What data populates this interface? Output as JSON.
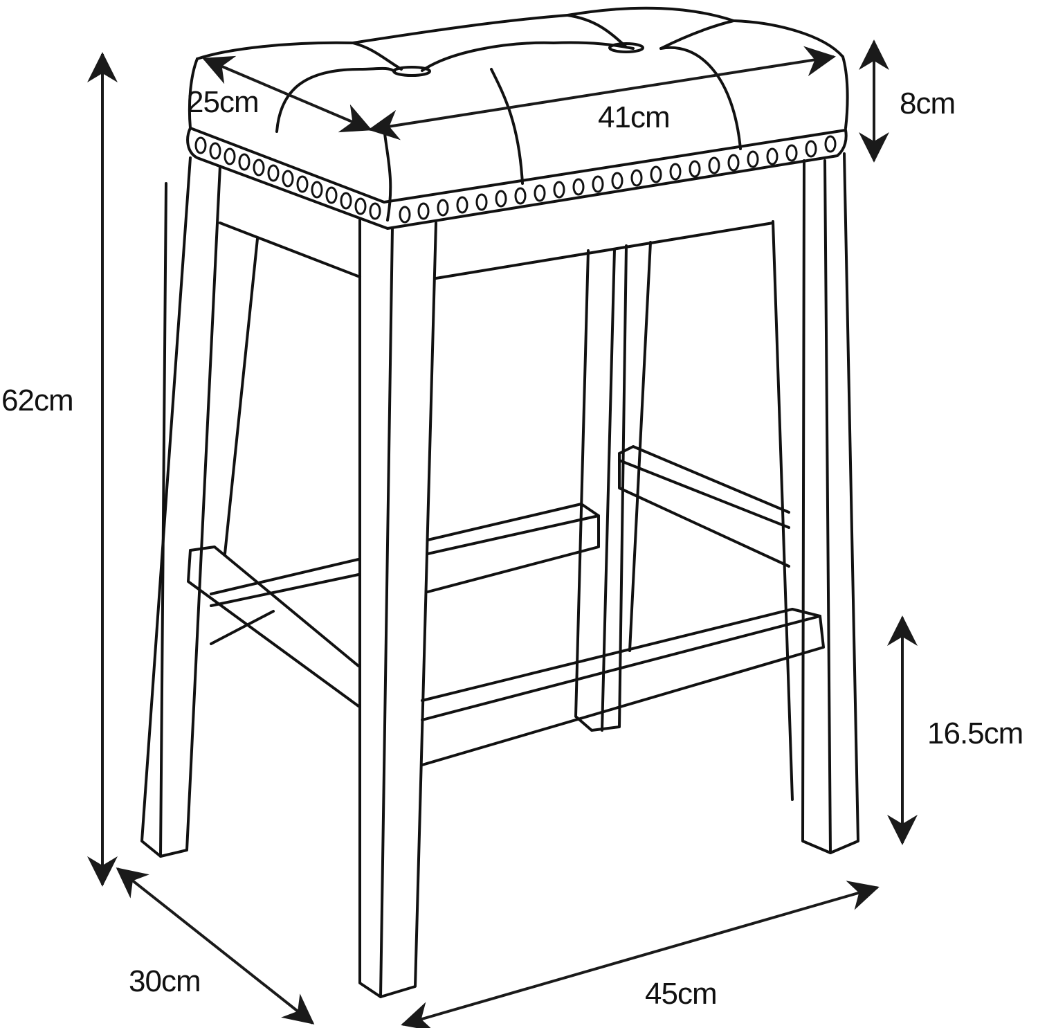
{
  "diagram": {
    "subject": "Backless saddle bar stool with tufted cushion and nailhead trim",
    "stroke_color": "#111111",
    "background_color": "#ffffff",
    "dimensions": {
      "seat_depth": "25cm",
      "seat_width": "41cm",
      "cushion_height": "8cm",
      "total_height": "62cm",
      "footrest_height": "16.5cm",
      "base_depth": "30cm",
      "base_width": "45cm"
    }
  }
}
